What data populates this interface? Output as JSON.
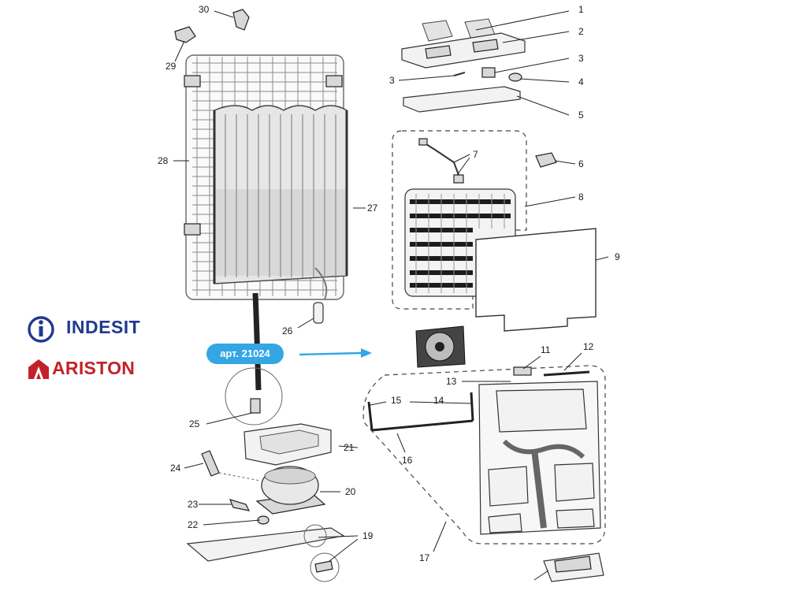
{
  "brands": {
    "indesit": "INDESIT",
    "ariston": "ARISTON"
  },
  "article": {
    "label": "арт. 21024",
    "color": "#33a6e3"
  },
  "brand_colors": {
    "indesit": "#1f3b8f",
    "ariston": "#c2222a"
  },
  "callouts": {
    "n1": "1",
    "n2": "2",
    "n3a": "3",
    "n3b": "3",
    "n4": "4",
    "n5": "5",
    "n6": "6",
    "n7": "7",
    "n8": "8",
    "n9": "9",
    "n11": "11",
    "n12": "12",
    "n13": "13",
    "n14": "14",
    "n15": "15",
    "n16": "16",
    "n17": "17",
    "n19": "19",
    "n20": "20",
    "n21": "21",
    "n22": "22",
    "n23": "23",
    "n24": "24",
    "n25": "25",
    "n26": "26",
    "n27": "27",
    "n28": "28",
    "n29": "29",
    "n30": "30"
  }
}
